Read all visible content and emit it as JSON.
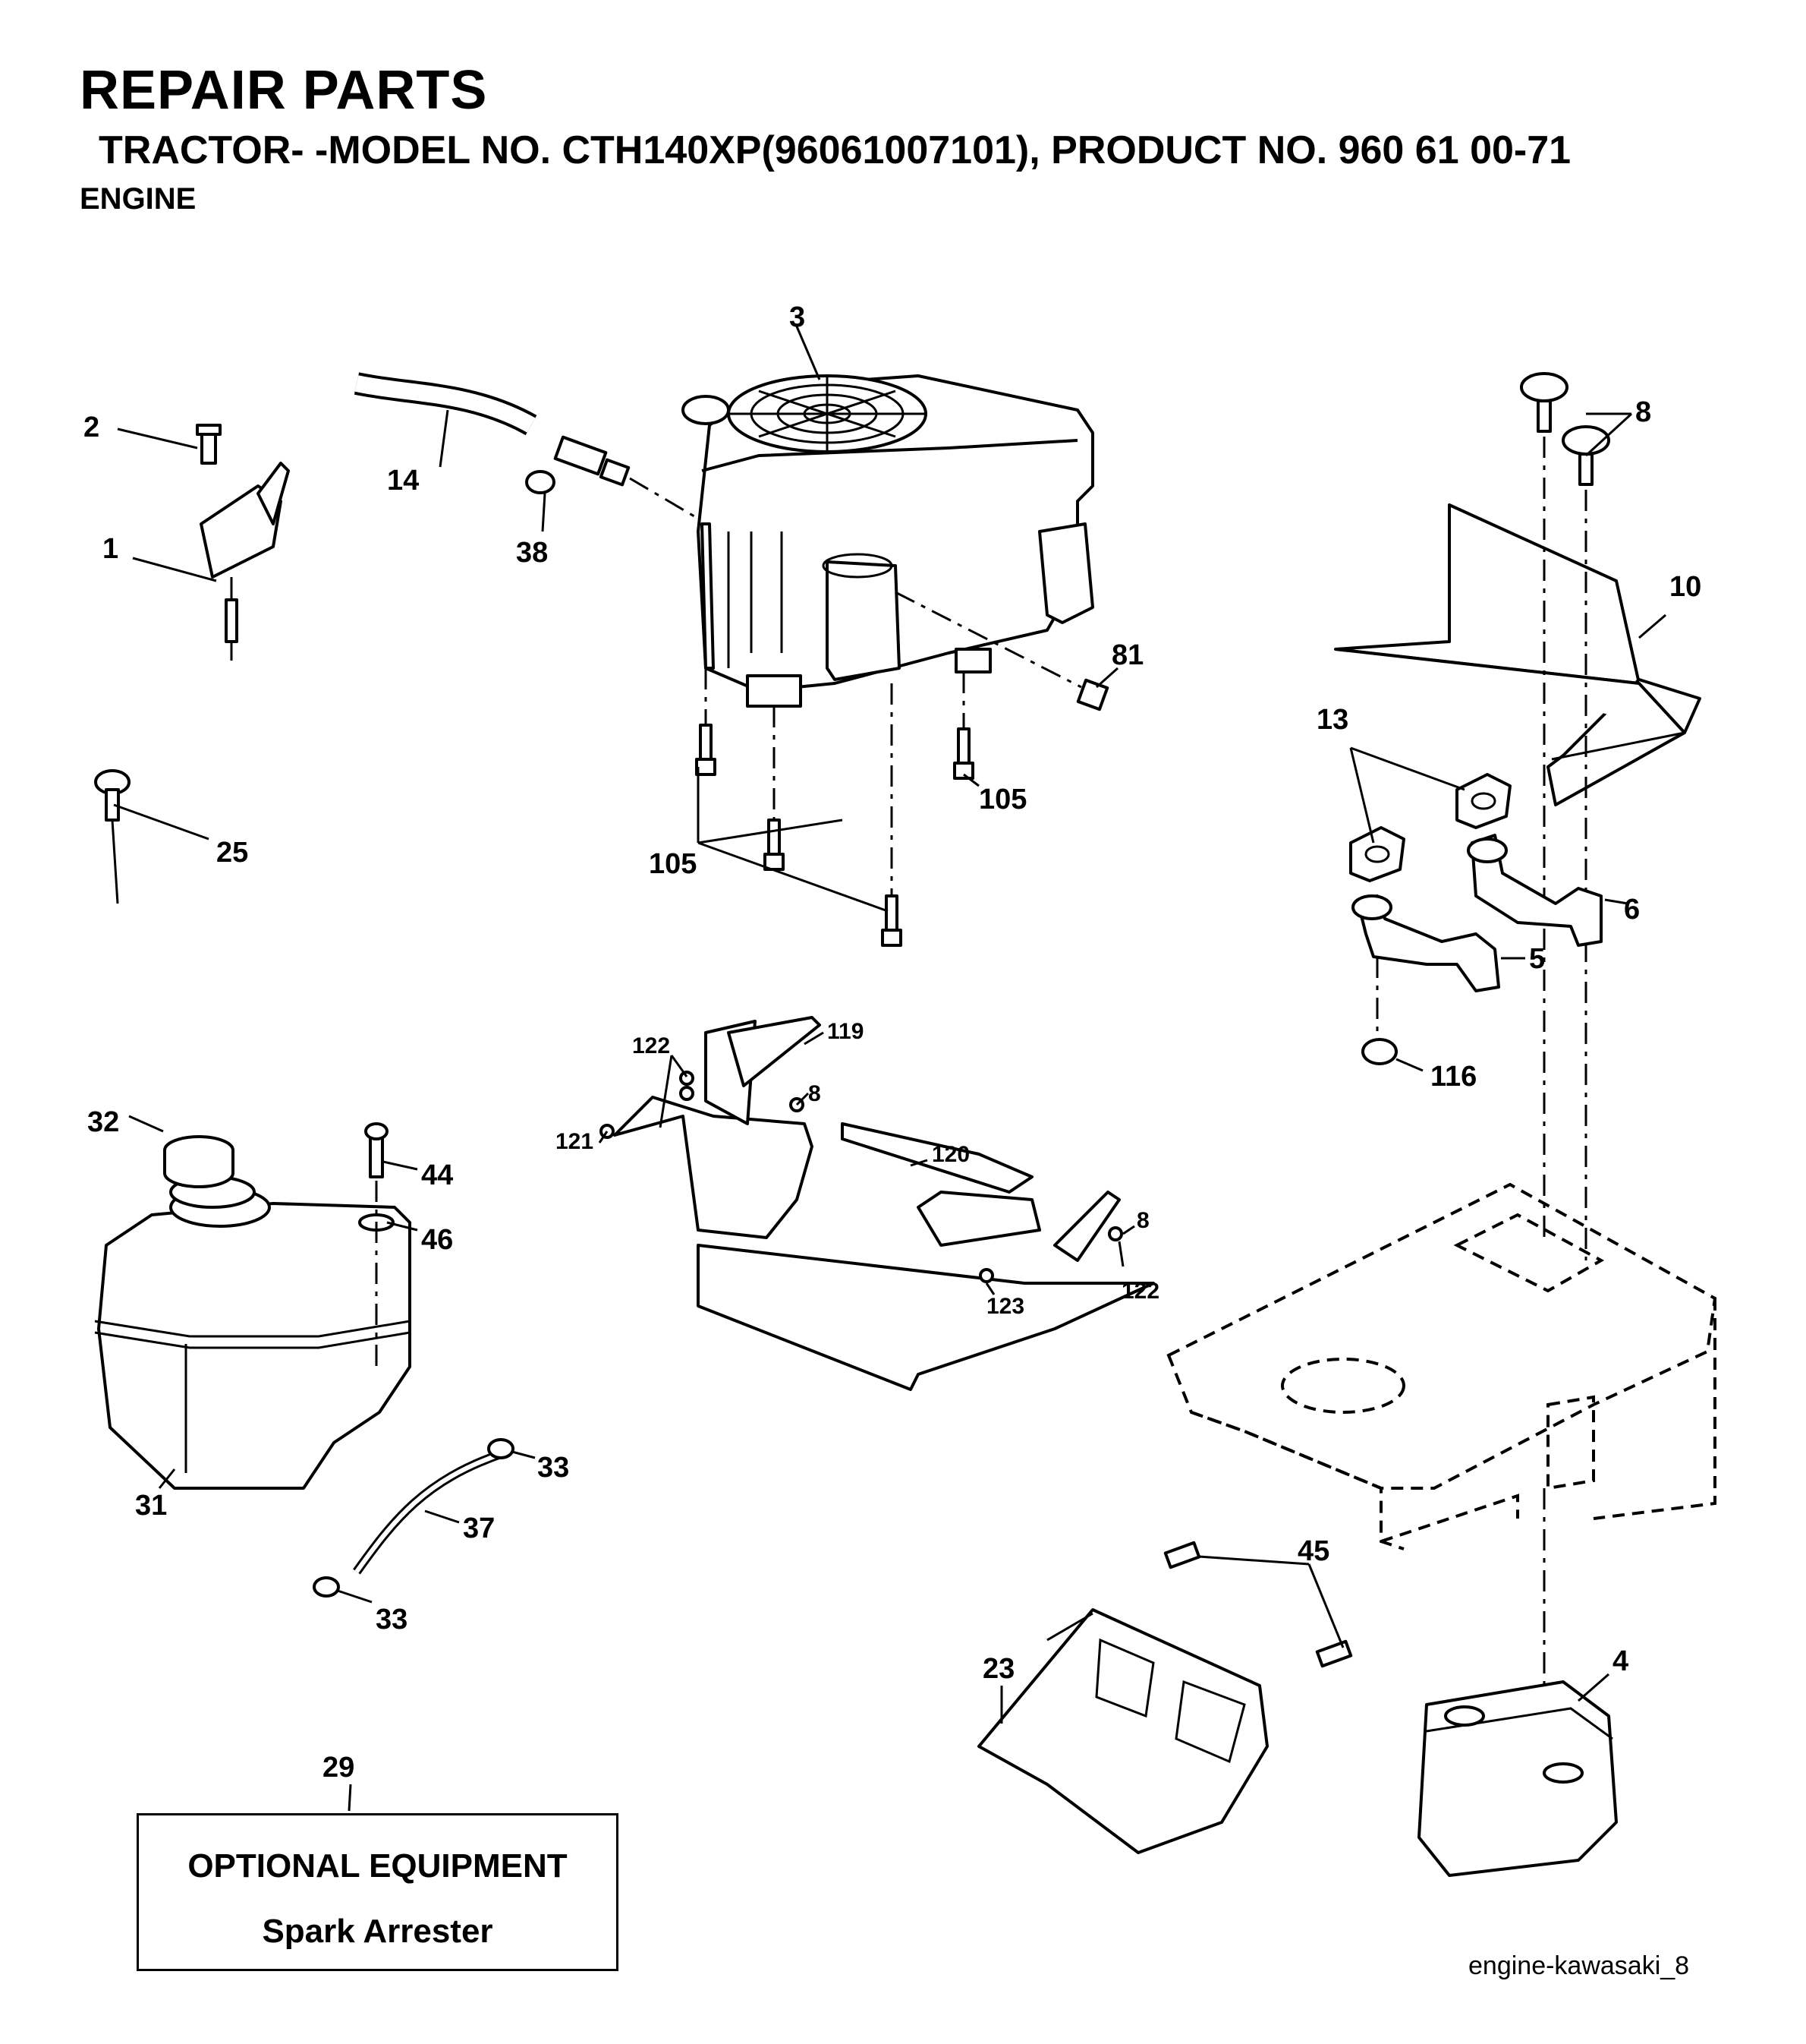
{
  "header": {
    "title": "REPAIR PARTS",
    "subtitle": "TRACTOR- -MODEL NO. CTH140XP(96061007101), PRODUCT NO. 960 61 00-71",
    "section": "ENGINE"
  },
  "parts": {
    "p1": "1",
    "p2": "2",
    "p3": "3",
    "p4": "4",
    "p5": "5",
    "p6": "6",
    "p8a": "8",
    "p8b": "8",
    "p8c": "8",
    "p10": "10",
    "p13": "13",
    "p14": "14",
    "p23": "23",
    "p25": "25",
    "p29": "29",
    "p31": "31",
    "p32": "32",
    "p33a": "33",
    "p33b": "33",
    "p37": "37",
    "p38": "38",
    "p44": "44",
    "p45": "45",
    "p46": "46",
    "p81": "81",
    "p105a": "105",
    "p105b": "105",
    "p116": "116",
    "p119": "119",
    "p120": "120",
    "p121": "121",
    "p122a": "122",
    "p122b": "122",
    "p123": "123"
  },
  "optional": {
    "title": "OPTIONAL EQUIPMENT",
    "item": "Spark Arrester"
  },
  "file_tag": "engine-kawasaki_8"
}
